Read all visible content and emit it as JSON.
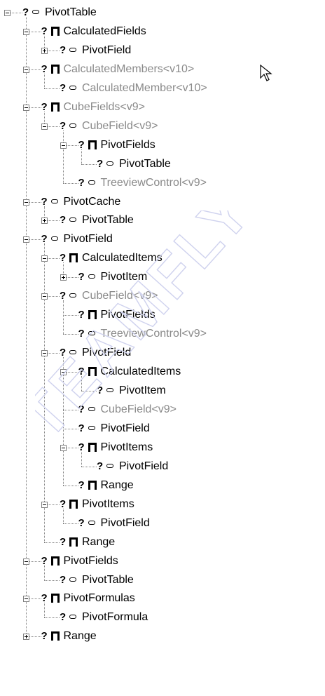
{
  "tree": [
    {
      "id": "n1",
      "depth": 0,
      "label": "PivotTable",
      "kind": "object",
      "expander": "minus",
      "gray": false
    },
    {
      "id": "n2",
      "depth": 1,
      "label": "CalculatedFields",
      "kind": "collection",
      "expander": "minus",
      "gray": false
    },
    {
      "id": "n3",
      "depth": 2,
      "label": "PivotField",
      "kind": "object",
      "expander": "plus",
      "gray": false
    },
    {
      "id": "n4",
      "depth": 1,
      "label": "CalculatedMembers<v10>",
      "kind": "collection",
      "expander": "minus",
      "gray": true
    },
    {
      "id": "n5",
      "depth": 2,
      "label": "CalculatedMember<v10>",
      "kind": "object",
      "expander": null,
      "gray": true
    },
    {
      "id": "n6",
      "depth": 1,
      "label": "CubeFields<v9>",
      "kind": "collection",
      "expander": "minus",
      "gray": true
    },
    {
      "id": "n7",
      "depth": 2,
      "label": "CubeField<v9>",
      "kind": "object",
      "expander": "minus",
      "gray": true
    },
    {
      "id": "n8",
      "depth": 3,
      "label": "PivotFields",
      "kind": "collection",
      "expander": "minus",
      "gray": false
    },
    {
      "id": "n9",
      "depth": 4,
      "label": "PivotTable",
      "kind": "object",
      "expander": null,
      "gray": false
    },
    {
      "id": "n10",
      "depth": 3,
      "label": "TreeviewControl<v9>",
      "kind": "object",
      "expander": null,
      "gray": true
    },
    {
      "id": "n11",
      "depth": 1,
      "label": "PivotCache",
      "kind": "object",
      "expander": "minus",
      "gray": false
    },
    {
      "id": "n12",
      "depth": 2,
      "label": "PivotTable",
      "kind": "object",
      "expander": "plus",
      "gray": false
    },
    {
      "id": "n13",
      "depth": 1,
      "label": "PivotField",
      "kind": "object",
      "expander": "minus",
      "gray": false
    },
    {
      "id": "n14",
      "depth": 2,
      "label": "CalculatedItems",
      "kind": "collection",
      "expander": "minus",
      "gray": false
    },
    {
      "id": "n15",
      "depth": 3,
      "label": "PivotItem",
      "kind": "object",
      "expander": "plus",
      "gray": false
    },
    {
      "id": "n16",
      "depth": 2,
      "label": "CubeField<v9>",
      "kind": "object",
      "expander": "minus",
      "gray": true
    },
    {
      "id": "n17",
      "depth": 3,
      "label": "PivotFields",
      "kind": "collection",
      "expander": null,
      "gray": false
    },
    {
      "id": "n18",
      "depth": 3,
      "label": "TreeviewControl<v9>",
      "kind": "object",
      "expander": null,
      "gray": true
    },
    {
      "id": "n19",
      "depth": 2,
      "label": "PivotField",
      "kind": "object",
      "expander": "minus",
      "gray": false
    },
    {
      "id": "n20",
      "depth": 3,
      "label": "CalculatedItems",
      "kind": "collection",
      "expander": "minus",
      "gray": false
    },
    {
      "id": "n21",
      "depth": 4,
      "label": "PivotItem",
      "kind": "object",
      "expander": null,
      "gray": false
    },
    {
      "id": "n22",
      "depth": 3,
      "label": "CubeField<v9>",
      "kind": "object",
      "expander": null,
      "gray": true
    },
    {
      "id": "n23",
      "depth": 3,
      "label": "PivotField",
      "kind": "object",
      "expander": null,
      "gray": false
    },
    {
      "id": "n24",
      "depth": 3,
      "label": "PivotItems",
      "kind": "collection",
      "expander": "minus",
      "gray": false
    },
    {
      "id": "n25",
      "depth": 4,
      "label": "PivotField",
      "kind": "object",
      "expander": null,
      "gray": false
    },
    {
      "id": "n26",
      "depth": 3,
      "label": "Range",
      "kind": "collection",
      "expander": null,
      "gray": false
    },
    {
      "id": "n27",
      "depth": 2,
      "label": "PivotItems",
      "kind": "collection",
      "expander": "minus",
      "gray": false
    },
    {
      "id": "n28",
      "depth": 3,
      "label": "PivotField",
      "kind": "object",
      "expander": null,
      "gray": false
    },
    {
      "id": "n29",
      "depth": 2,
      "label": "Range",
      "kind": "collection",
      "expander": null,
      "gray": false
    },
    {
      "id": "n30",
      "depth": 1,
      "label": "PivotFields",
      "kind": "collection",
      "expander": "minus",
      "gray": false
    },
    {
      "id": "n31",
      "depth": 2,
      "label": "PivotTable",
      "kind": "object",
      "expander": null,
      "gray": false
    },
    {
      "id": "n32",
      "depth": 1,
      "label": "PivotFormulas",
      "kind": "collection",
      "expander": "minus",
      "gray": false
    },
    {
      "id": "n33",
      "depth": 2,
      "label": "PivotFormula",
      "kind": "object",
      "expander": null,
      "gray": false
    },
    {
      "id": "n34",
      "depth": 1,
      "label": "Range",
      "kind": "collection",
      "expander": "plus",
      "gray": false
    }
  ],
  "help_marker": "?",
  "watermark": "TEAMFLY",
  "colors": {
    "gray_text": "#8a8a8a",
    "line": "#808080",
    "watermark": "#cfd2ee"
  },
  "icons": {
    "object": "object-icon",
    "collection": "collection-icon",
    "cursor": "mouse-cursor-icon"
  }
}
